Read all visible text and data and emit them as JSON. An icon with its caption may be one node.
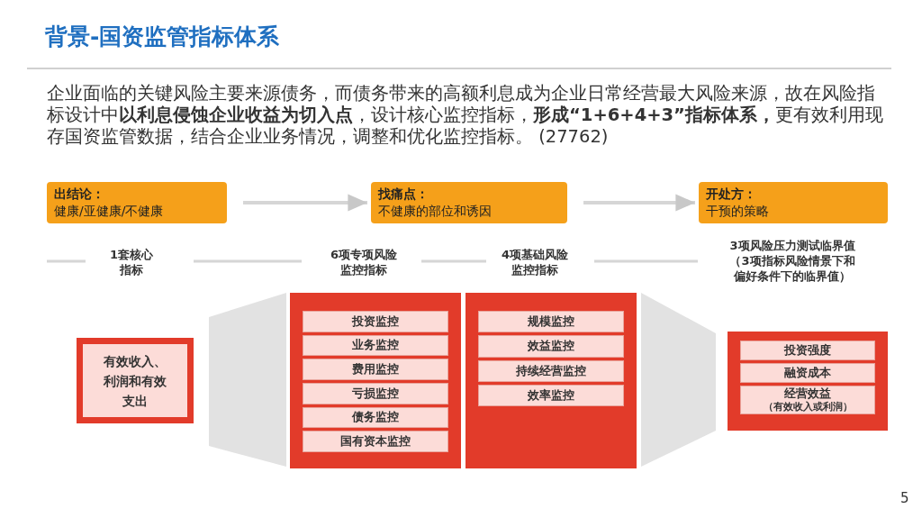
{
  "diagram": {
    "title": "背景-国资监管指标体系",
    "nodes": [
      {
        "text": [
          "出结论：",
          "健康/亚健康/不健康"
        ]
      },
      {
        "text": [
          "找痛点：",
          "不健康的部位和诱因"
        ]
      },
      {
        "text": [
          "开处方：",
          "干预的策略"
        ]
      },
      {
        "text": [
          "有效收入、利润和有效支出"
        ]
      },
      {
        "text": [],
        "shape": "box"
      },
      {
        "text": [
          "投资监控"
        ],
        "in": 4
      },
      {
        "text": [
          "业务监控"
        ],
        "in": 4
      },
      {
        "text": [
          "费用监控"
        ],
        "in": 4
      },
      {
        "text": [
          "亏损监控"
        ],
        "in": 4
      },
      {
        "text": [
          "债务监控"
        ],
        "in": 4
      },
      {
        "text": [
          "国有资本监控"
        ],
        "in": 4
      },
      {
        "text": [],
        "shape": "box"
      },
      {
        "text": [
          "规模监控"
        ],
        "in": 11
      },
      {
        "text": [
          "效益监控"
        ],
        "in": 11
      },
      {
        "text": [
          "持续经营监控"
        ],
        "in": 11
      },
      {
        "text": [
          "效率监控"
        ],
        "in": 11
      },
      {
        "text": [],
        "shape": "box"
      },
      {
        "text": [
          "投资强度"
        ],
        "in": 16
      },
      {
        "text": [
          "融资成本"
        ],
        "in": 16
      },
      {
        "text": [
          "经营效益",
          "（有效收入或利润）"
        ],
        "in": 16
      },
      {
        "text": [],
        "shape": "trapezoid"
      },
      {
        "text": [],
        "shape": "trapezoid"
      }
    ],
    "edges": [
      {
        "from": 0,
        "to": 1,
        "arrow": "to"
      },
      {
        "from": 1,
        "to": 2,
        "arrow": "to"
      }
    ],
    "labels": [
      "企业面临的关键风险主要来源债务，而债务带来的高额利息成为企业日常经营最大风险来源，故在风险指标设计中**以利息侵蚀企业收益为切入点**，设计核心监控指标，**形成“1+6+4+3”指标体系，**更有效利用现存国资监管数据，结合企业业务情况，调整和优化监控指标。 (27762)",
      "1套核心指标",
      "6项专项风险监控指标",
      "4项基础风险监控指标",
      "3项风险压力测试临界值",
      "（3项指标风险情景下和偏好条件下的临界值）",
      "5"
    ]
  }
}
